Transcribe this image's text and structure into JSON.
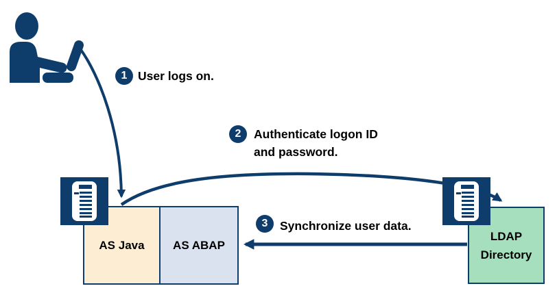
{
  "diagram_type": "authentication-flow",
  "colors": {
    "navy": "#0e3d6c",
    "as_java_fill": "#fdeed3",
    "as_abap_fill": "#dbe2ef",
    "ldap_fill": "#a6dfbd",
    "text": "#000000"
  },
  "steps": [
    {
      "number": "1",
      "label": "User logs on."
    },
    {
      "number": "2",
      "line1": "Authenticate logon ID",
      "line2": "and password."
    },
    {
      "number": "3",
      "label": "Synchronize user data."
    }
  ],
  "nodes": {
    "as_java": {
      "label": "AS Java"
    },
    "as_abap": {
      "label": "AS ABAP"
    },
    "ldap": {
      "line1": "LDAP",
      "line2": "Directory"
    }
  },
  "icons": {
    "user": "user-at-laptop-icon",
    "server_left": "server-icon",
    "server_right": "server-icon"
  }
}
